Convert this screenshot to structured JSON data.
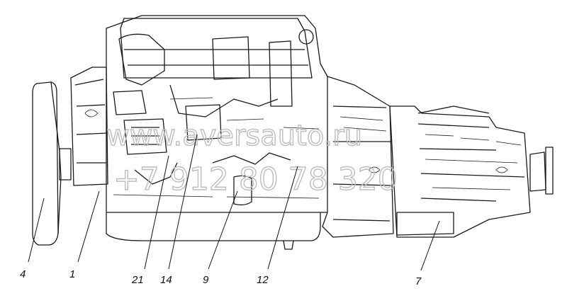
{
  "watermark": {
    "site": "www.aversauto.ru",
    "phone": "+7 912 80 78 320"
  },
  "callouts": [
    {
      "label": "4"
    },
    {
      "label": "1"
    },
    {
      "label": "21"
    },
    {
      "label": "14"
    },
    {
      "label": "9"
    },
    {
      "label": "12"
    },
    {
      "label": "7"
    }
  ]
}
